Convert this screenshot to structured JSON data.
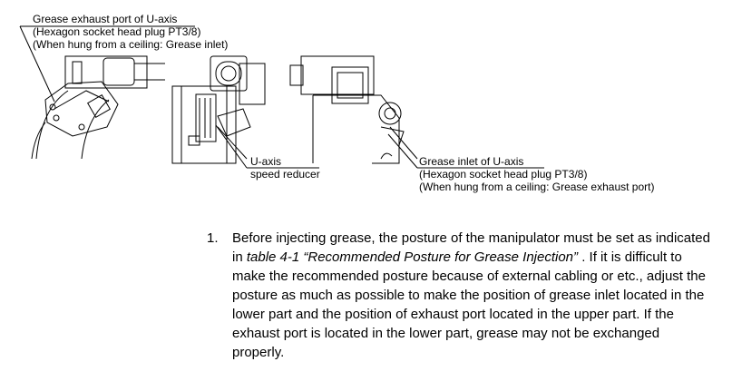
{
  "callouts": {
    "exhaust_u": {
      "line1": "Grease exhaust port of U-axis",
      "line2": "(Hexagon socket head plug PT3/8)",
      "line3": "(When hung from a ceiling: Grease inlet)"
    },
    "reducer": {
      "line1": "U-axis",
      "line2": "speed reducer"
    },
    "inlet_u": {
      "line1": "Grease inlet of U-axis",
      "line2": "(Hexagon socket head plug PT3/8)",
      "line3": "(When hung from a ceiling: Grease exhaust port)"
    }
  },
  "step": {
    "number": "1.",
    "text_before": "Before injecting grease, the posture of the manipulator must be set as indicated in ",
    "ref_table": "table 4-1",
    "ref_title": " “Recommended Posture for Grease Injection”",
    "text_after": " . If it is difficult to make the recommended posture because of external cabling or etc., adjust the posture as much as possible to make the position of grease inlet located in the lower part and the position of exhaust port located in the upper part. If the exhaust port is located in the lower part, grease may not be exchanged properly."
  }
}
